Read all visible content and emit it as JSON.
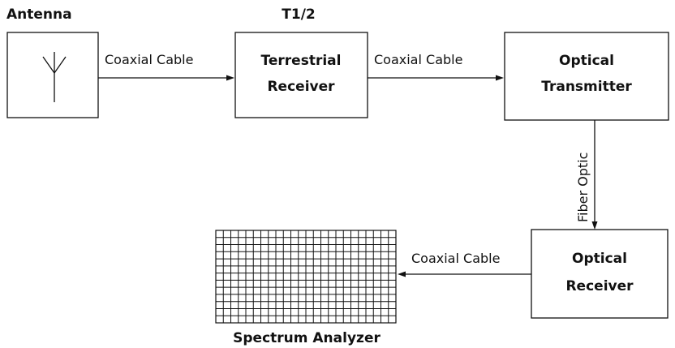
{
  "labels": {
    "antenna": "Antenna",
    "t1_2": "T1/2",
    "spectrum_analyzer": "Spectrum Analyzer"
  },
  "blocks": {
    "terrestrial_receiver": [
      "Terrestrial",
      "Receiver"
    ],
    "optical_transmitter": [
      "Optical",
      "Transmitter"
    ],
    "optical_receiver": [
      "Optical",
      "Receiver"
    ]
  },
  "connections": {
    "antenna_to_receiver": "Coaxial Cable",
    "receiver_to_transmitter": "Coaxial Cable",
    "transmitter_to_optical_receiver": "Fiber Optic",
    "optical_receiver_to_analyzer": "Coaxial Cable"
  }
}
